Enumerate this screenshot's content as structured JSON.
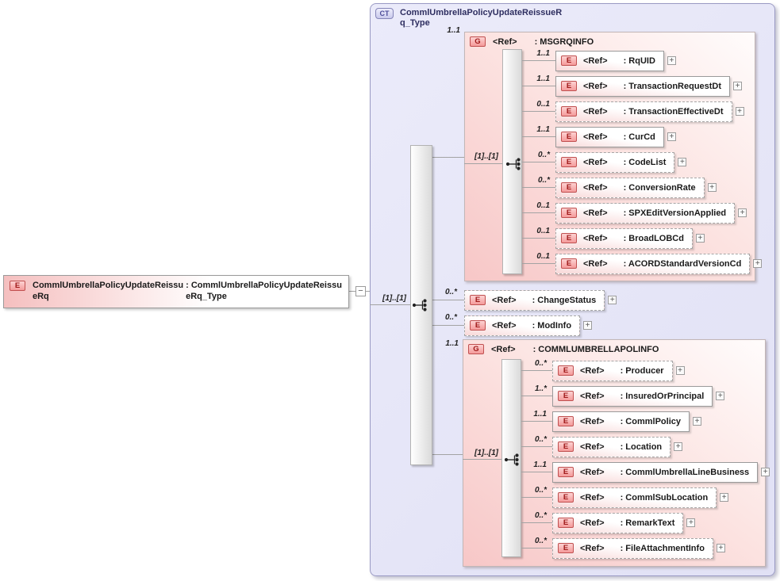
{
  "icons": {
    "expand": "+",
    "collapse": "−",
    "e_badge": "E",
    "g_badge": "G",
    "ct_badge": "CT"
  },
  "colors": {
    "ct_fill": "#e2e2f5",
    "group_fill": "#f7c7c7",
    "element_badge_red": "#9e1717",
    "line": "#a3a3a3"
  },
  "root_element": {
    "name": "CommlUmbrellaPolicyUpdateReissueRq",
    "type": ": CommlUmbrellaPolicyUpdateReissueRq_Type"
  },
  "complex_type": {
    "title": "CommlUmbrellaPolicyUpdateReissueRq_Type",
    "occurrence": "[1]..[1]"
  },
  "msgrqinfo": {
    "ref": "<Ref>",
    "name": ": MSGRQINFO",
    "cardinality": "1..1",
    "occurrence": "[1]..[1]",
    "children": [
      {
        "ref": "<Ref>",
        "name": ": RqUID",
        "cardinality": "1..1"
      },
      {
        "ref": "<Ref>",
        "name": ": TransactionRequestDt",
        "cardinality": "1..1"
      },
      {
        "ref": "<Ref>",
        "name": ": TransactionEffectiveDt",
        "cardinality": "0..1"
      },
      {
        "ref": "<Ref>",
        "name": ": CurCd",
        "cardinality": "1..1"
      },
      {
        "ref": "<Ref>",
        "name": ": CodeList",
        "cardinality": "0..*"
      },
      {
        "ref": "<Ref>",
        "name": ": ConversionRate",
        "cardinality": "0..*"
      },
      {
        "ref": "<Ref>",
        "name": ": SPXEditVersionApplied",
        "cardinality": "0..1"
      },
      {
        "ref": "<Ref>",
        "name": ": BroadLOBCd",
        "cardinality": "0..1"
      },
      {
        "ref": "<Ref>",
        "name": ": ACORDStandardVersionCd",
        "cardinality": "0..1"
      }
    ]
  },
  "changestatus": {
    "ref": "<Ref>",
    "name": ": ChangeStatus",
    "cardinality": "0..*"
  },
  "modinfo": {
    "ref": "<Ref>",
    "name": ": ModInfo",
    "cardinality": "0..*"
  },
  "polinfo": {
    "ref": "<Ref>",
    "name": ": COMMLUMBRELLAPOLINFO",
    "cardinality": "1..1",
    "occurrence": "[1]..[1]",
    "children": [
      {
        "ref": "<Ref>",
        "name": ": Producer",
        "cardinality": "0..*"
      },
      {
        "ref": "<Ref>",
        "name": ": InsuredOrPrincipal",
        "cardinality": "1..*"
      },
      {
        "ref": "<Ref>",
        "name": ": CommlPolicy",
        "cardinality": "1..1"
      },
      {
        "ref": "<Ref>",
        "name": ": Location",
        "cardinality": "0..*"
      },
      {
        "ref": "<Ref>",
        "name": ": CommlUmbrellaLineBusiness",
        "cardinality": "1..1"
      },
      {
        "ref": "<Ref>",
        "name": ": CommlSubLocation",
        "cardinality": "0..*"
      },
      {
        "ref": "<Ref>",
        "name": ": RemarkText",
        "cardinality": "0..*"
      },
      {
        "ref": "<Ref>",
        "name": ": FileAttachmentInfo",
        "cardinality": "0..*"
      }
    ]
  }
}
